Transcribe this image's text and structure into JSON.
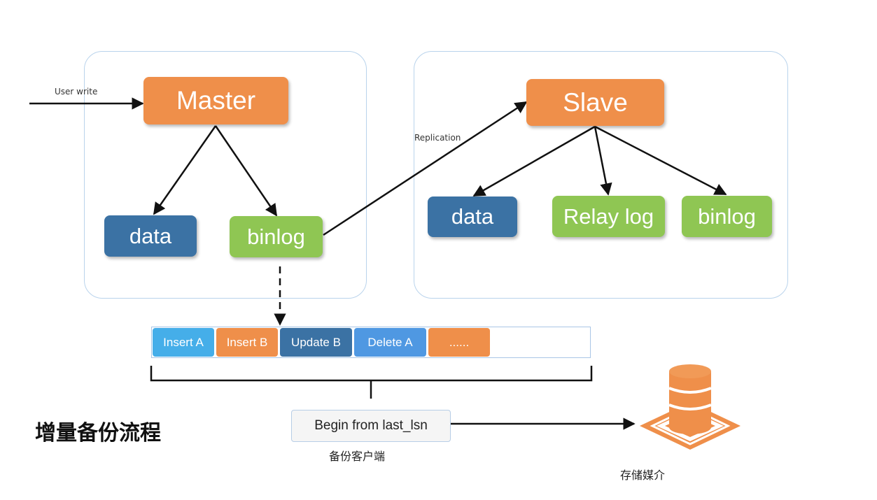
{
  "master_group": {
    "master_label": "Master",
    "data_label": "data",
    "binlog_label": "binlog",
    "user_write_label": "User write"
  },
  "slave_group": {
    "slave_label": "Slave",
    "data_label": "data",
    "relay_log_label": "Relay log",
    "binlog_label": "binlog",
    "replication_label": "Replication"
  },
  "binlog_events": [
    {
      "label": "Insert A",
      "color": "#45aee9"
    },
    {
      "label": "Insert B",
      "color": "#ef8f4a"
    },
    {
      "label": "Update B",
      "color": "#3b72a4"
    },
    {
      "label": "Delete A",
      "color": "#4f98e2"
    },
    {
      "label": "......",
      "color": "#ef8f4a"
    }
  ],
  "backup_client": {
    "box_label": "Begin from last_lsn",
    "caption": "备份客户端"
  },
  "storage": {
    "icon": "database-storage-icon",
    "caption": "存储媒介"
  },
  "heading": "增量备份流程",
  "colors": {
    "orange": "#ef8f4a",
    "blue": "#3b72a4",
    "green": "#8fc653",
    "panel_border": "#b9d3ec"
  }
}
